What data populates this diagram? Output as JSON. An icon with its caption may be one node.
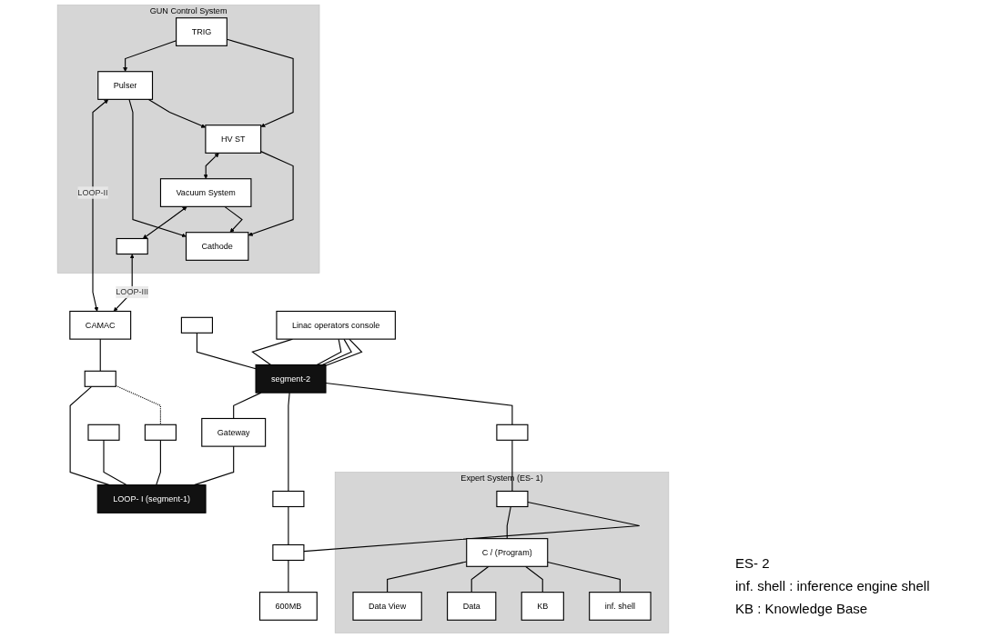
{
  "diagram": {
    "nodes": [
      {
        "text": [
          "GUN Control System"
        ]
      },
      {
        "text": [
          "TRIG"
        ],
        "in": 0
      },
      {
        "text": [
          "HV ST"
        ],
        "in": 0
      },
      {
        "text": [
          "Pulser"
        ],
        "in": 0
      },
      {
        "text": [
          "Cathode"
        ],
        "in": 0
      },
      {
        "text": [
          "Vacuum System"
        ],
        "in": 0
      },
      {
        "text": [],
        "shape": "box",
        "in": 0
      },
      {
        "text": [
          "CAMAC"
        ]
      },
      {
        "text": [],
        "shape": "box"
      },
      {
        "text": [],
        "shape": "box"
      },
      {
        "text": [],
        "shape": "box"
      },
      {
        "text": [
          "LOOP- I (segment-1)"
        ]
      },
      {
        "text": [
          "segment-2"
        ]
      },
      {
        "text": [],
        "shape": "box"
      },
      {
        "text": [
          "Linac operators console"
        ]
      },
      {
        "text": [
          "Expert System (ES- 1)"
        ]
      },
      {
        "text": [],
        "shape": "box",
        "in": 15
      },
      {
        "text": [
          "C / (Program)"
        ],
        "in": 15
      },
      {
        "text": [
          "inf. shell"
        ],
        "in": 15
      },
      {
        "text": [
          "KB"
        ],
        "in": 15
      },
      {
        "text": [
          "Data"
        ],
        "in": 15
      },
      {
        "text": [
          "Data View"
        ],
        "in": 15
      },
      {
        "text": [],
        "shape": "box"
      },
      {
        "text": [
          "600MB"
        ]
      },
      {
        "text": [
          "Gateway"
        ]
      },
      {
        "text": [],
        "shape": "box"
      },
      {
        "text": [],
        "shape": "box"
      }
    ],
    "edges": [
      {
        "from": 1,
        "to": 2,
        "arrow": "to"
      },
      {
        "from": 1,
        "to": 3,
        "arrow": "to"
      },
      {
        "from": 3,
        "to": 2,
        "arrow": "to"
      },
      {
        "from": 2,
        "to": 4,
        "arrow": "to"
      },
      {
        "from": 3,
        "to": 4,
        "arrow": "to"
      },
      {
        "from": 2,
        "to": 5,
        "arrow": "both"
      },
      {
        "from": 5,
        "to": 4,
        "arrow": "to"
      },
      {
        "from": 5,
        "to": 6,
        "arrow": "both"
      },
      {
        "from": 6,
        "to": 7,
        "arrow": "both",
        "label": "LOOP-III"
      },
      {
        "from": 3,
        "to": 7,
        "arrow": "both",
        "label": "LOOP-II"
      },
      {
        "from": 7,
        "to": 8,
        "arrow": "none"
      },
      {
        "from": 8,
        "to": 9,
        "arrow": "none",
        "style": "dashed"
      },
      {
        "from": 8,
        "to": 11,
        "arrow": "none"
      },
      {
        "from": 9,
        "to": 11,
        "arrow": "none"
      },
      {
        "from": 10,
        "to": 11,
        "arrow": "none"
      },
      {
        "from": 13,
        "to": 12,
        "arrow": "none"
      },
      {
        "from": 14,
        "to": 12,
        "arrow": "none"
      },
      {
        "from": 14,
        "to": 12,
        "arrow": "none"
      },
      {
        "from": 14,
        "to": 12,
        "arrow": "none"
      },
      {
        "from": 14,
        "to": 12,
        "arrow": "none"
      },
      {
        "from": 12,
        "to": 25,
        "arrow": "none"
      },
      {
        "from": 25,
        "to": 16,
        "arrow": "none"
      },
      {
        "from": 12,
        "to": 26,
        "arrow": "none"
      },
      {
        "from": 26,
        "to": 22,
        "arrow": "none"
      },
      {
        "from": 16,
        "to": 22,
        "arrow": "none"
      },
      {
        "from": 16,
        "to": 17,
        "arrow": "none"
      },
      {
        "from": 17,
        "to": 18,
        "arrow": "none"
      },
      {
        "from": 17,
        "to": 19,
        "arrow": "none"
      },
      {
        "from": 17,
        "to": 20,
        "arrow": "none"
      },
      {
        "from": 17,
        "to": 21,
        "arrow": "none"
      },
      {
        "from": 22,
        "to": 23,
        "arrow": "none"
      },
      {
        "from": 12,
        "to": 24,
        "arrow": "none"
      },
      {
        "from": 24,
        "to": 11,
        "arrow": "none"
      }
    ],
    "labels": [
      "ES- 2",
      "inf. shell : inference engine shell",
      "KB : Knowledge Base"
    ]
  }
}
